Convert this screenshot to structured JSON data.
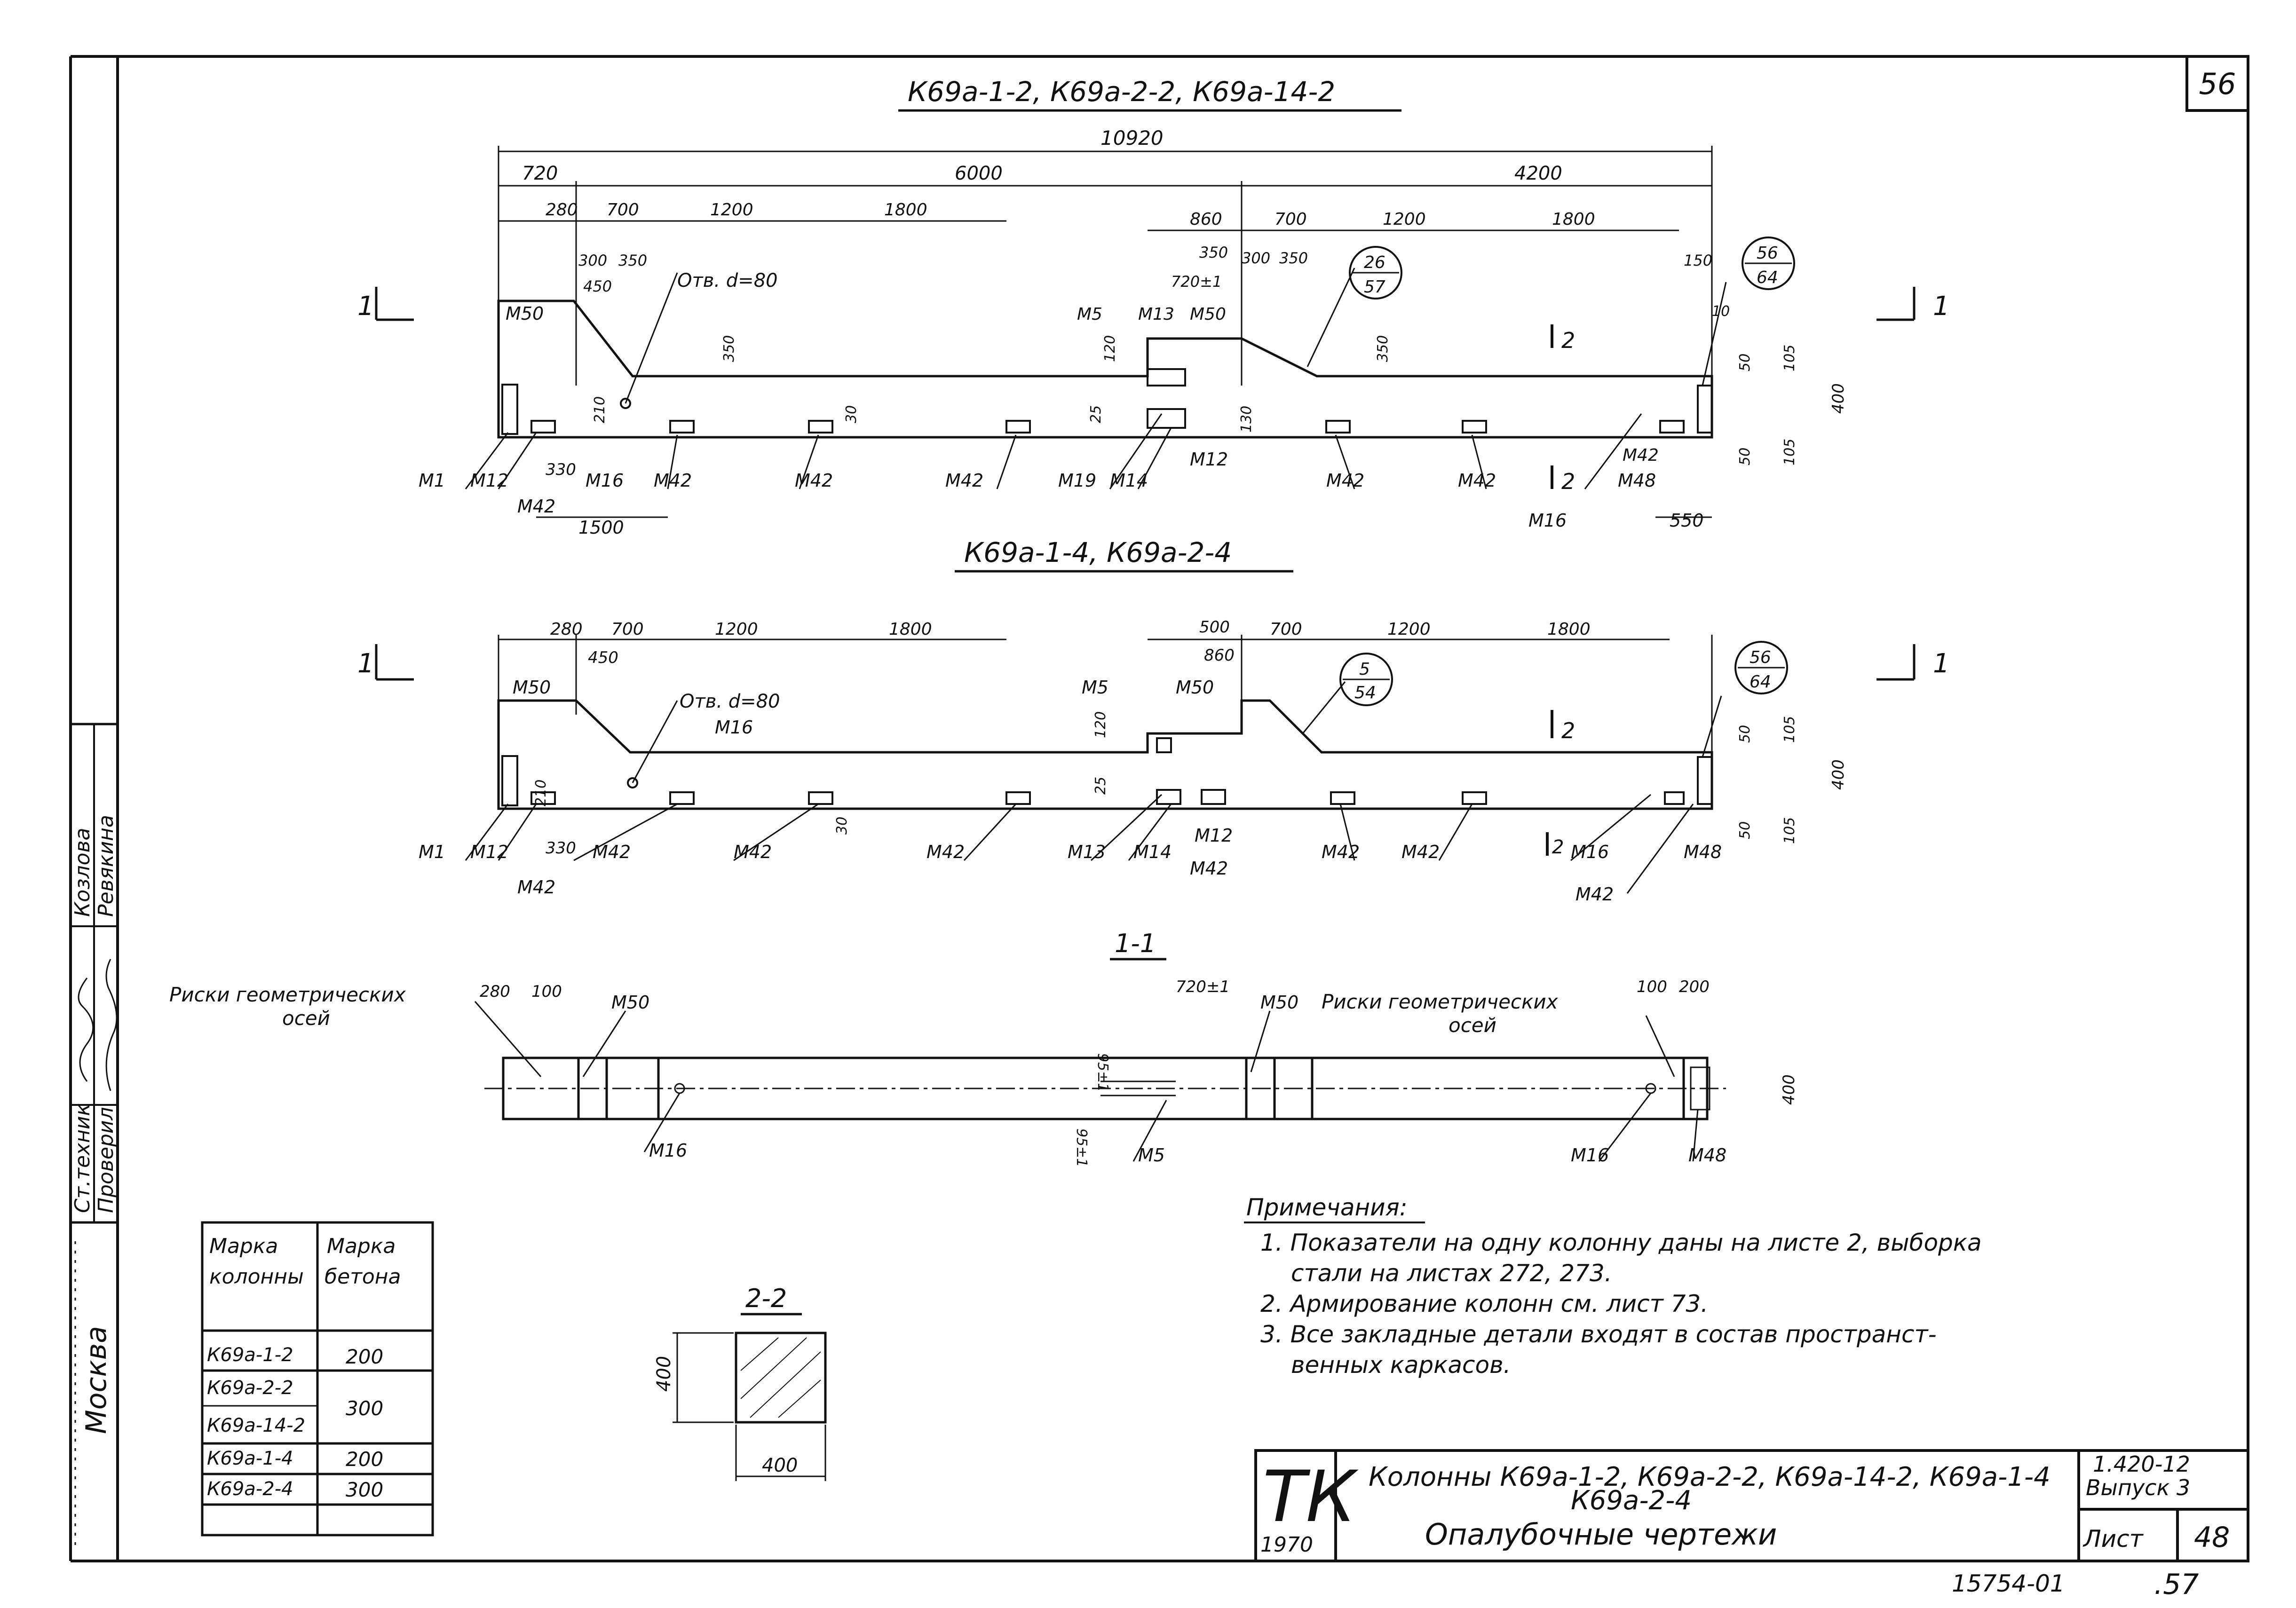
{
  "sheet_corner_number": "56",
  "sections": {
    "top_title": "К69а-1-2, К69а-2-2, К69а-14-2",
    "middle_title": "К69а-1-4, К69а-2-4",
    "section_1_1_title": "1-1",
    "section_2_2_title": "2-2"
  },
  "top_view": {
    "dims_overall": [
      "10920"
    ],
    "dims_second": [
      "720",
      "6000",
      "4200"
    ],
    "dims_third_left": [
      "280",
      "700",
      "1200",
      "1800"
    ],
    "dims_third_right": [
      "860",
      "700",
      "1200",
      "1800"
    ],
    "dims_small": [
      "300",
      "350",
      "450",
      "350",
      "300",
      "350",
      "720±1",
      "150",
      "10"
    ],
    "dims_vertical": [
      "350",
      "350",
      "120",
      "210",
      "30",
      "25",
      "130",
      "50",
      "105",
      "400",
      "50",
      "105"
    ],
    "dims_bottom": [
      "330",
      "1500",
      "550"
    ],
    "hole_note": "Отв. d=80",
    "callout_a": [
      "26",
      "57"
    ],
    "callout_b": [
      "56",
      "64"
    ],
    "marks": [
      "М50",
      "М5",
      "М13",
      "М50",
      "М1",
      "М12",
      "М42",
      "М16",
      "М42",
      "М42",
      "М42",
      "М19",
      "М14",
      "М12",
      "М42",
      "М42",
      "М42",
      "М48",
      "М16"
    ],
    "cut_marks": [
      "1",
      "1",
      "2",
      "2"
    ]
  },
  "middle_view": {
    "dims_third_left": [
      "280",
      "700",
      "450",
      "1200",
      "1800"
    ],
    "dims_third_right": [
      "500",
      "860",
      "700",
      "1200",
      "1800"
    ],
    "dims_vertical": [
      "120",
      "210",
      "25",
      "30",
      "50",
      "105",
      "400",
      "50",
      "105"
    ],
    "dims_bottom": [
      "330"
    ],
    "hole_note": "Отв. d=80",
    "callout_a": [
      "5",
      "54"
    ],
    "callout_b": [
      "56",
      "64"
    ],
    "marks": [
      "М50",
      "М16",
      "М5",
      "М50",
      "М1",
      "М12",
      "М42",
      "М42",
      "М42",
      "М42",
      "М13",
      "М14",
      "М12",
      "М42",
      "М42",
      "М42",
      "М16",
      "М48",
      "М42"
    ],
    "cut_marks": [
      "1",
      "1",
      "2",
      "2"
    ]
  },
  "section_1_1": {
    "axes_label_left": [
      "Риски геометрических",
      "осей"
    ],
    "axes_label_right": [
      "Риски геометрических",
      "осей"
    ],
    "dims": [
      "280",
      "100",
      "720±1",
      "95±1",
      "95±1",
      "100",
      "200",
      "400"
    ],
    "marks": [
      "М50",
      "М50",
      "М16",
      "М5",
      "М16",
      "М48"
    ]
  },
  "section_2_2": {
    "dims": [
      "400",
      "400"
    ]
  },
  "notes": {
    "heading": "Примечания:",
    "items": [
      "1. Показатели на одну колонну даны на листе 2, выборка",
      "стали на листах 272, 273.",
      "2. Армирование колонн см. лист 73.",
      "3. Все закладные детали входят в состав пространст-",
      "венных каркасов."
    ]
  },
  "grade_table": {
    "headers": [
      [
        "Марка",
        "колонны"
      ],
      [
        "Марка",
        "бетона"
      ]
    ],
    "rows": [
      {
        "column": "К69а-1-2",
        "concrete": "200"
      },
      {
        "column": "К69а-2-2",
        "concrete": "300"
      },
      {
        "column": "К69а-14-2",
        "concrete": ""
      },
      {
        "column": "К69а-1-4",
        "concrete": "200"
      },
      {
        "column": "К69а-2-4",
        "concrete": "300"
      }
    ]
  },
  "left_stamp": {
    "roles": [
      "Ст.техник",
      "Проверил"
    ],
    "names": [
      "Козлова",
      "Ревякина"
    ],
    "city": "Москва"
  },
  "title_block": {
    "org": "ТК",
    "year": "1970",
    "title_line1": "Колонны К69а-1-2, К69а-2-2, К69а-14-2, К69а-1-4",
    "title_line2": "К69а-2-4",
    "title_line3": "Опалубочные чертежи",
    "series": "1.420-12",
    "issue": "Выпуск 3",
    "sheet_label": "Лист",
    "sheet_number": "48"
  },
  "bottom_marks": {
    "archive": "15754-01",
    "page": ".57"
  }
}
